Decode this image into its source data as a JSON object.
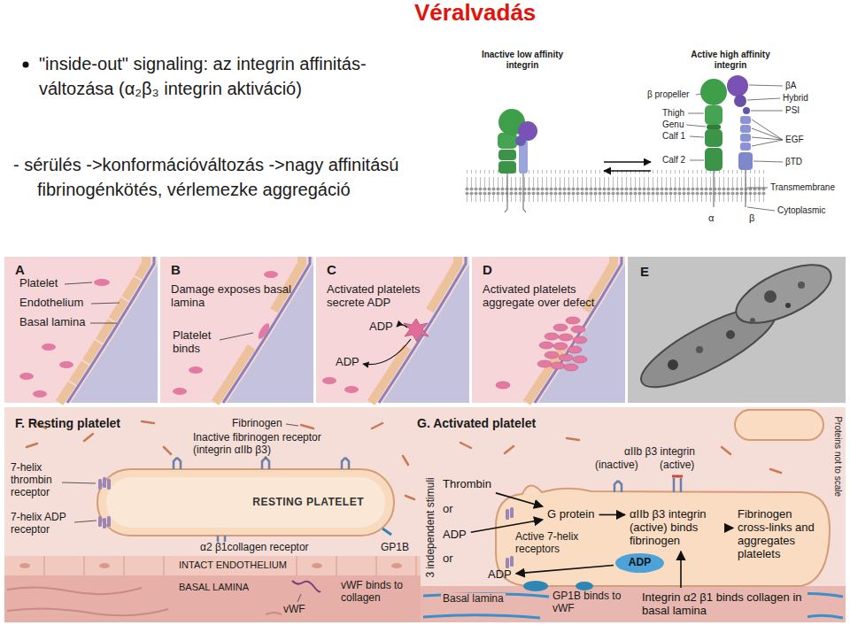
{
  "diagram": {
    "title": "Véralvadás",
    "nodes": [
      {
        "text": [
          "A"
        ]
      },
      {
        "text": [
          "B",
          "Damage exposes basal lamina"
        ]
      },
      {
        "text": [
          "C",
          "Activated platelets secrete ADP"
        ]
      },
      {
        "text": [
          "D",
          "Activated platelets aggregate over defect"
        ]
      },
      {
        "text": [
          "E"
        ]
      },
      {
        "text": [
          "F. Resting platelet",
          "G. Activated platelet"
        ]
      },
      {
        "text": [
          "RESTING PLATELET"
        ],
        "in": 5
      },
      {
        "text": [
          "Thrombin"
        ],
        "in": 5
      },
      {
        "text": [
          "ADP"
        ],
        "in": 5
      },
      {
        "text": [
          "ADP"
        ],
        "in": 5
      },
      {
        "text": [
          "G protein"
        ],
        "in": 5
      },
      {
        "text": [
          "αIIb β3 integrin (active) binds fibrinogen"
        ],
        "in": 5
      },
      {
        "text": [
          "Fibrinogen cross-links and aggregates platelets"
        ],
        "in": 5
      },
      {
        "text": [
          "ADP"
        ],
        "in": 5
      },
      {
        "text": [
          "Integrin α2 β1 binds collagen in basal lamina"
        ],
        "in": 5
      }
    ],
    "edges": [
      {
        "from": 7,
        "to": 10,
        "arrow": "to"
      },
      {
        "from": 8,
        "to": 10,
        "arrow": "to"
      },
      {
        "from": 10,
        "to": 11,
        "arrow": "to"
      },
      {
        "from": 11,
        "to": 12,
        "arrow": "to"
      },
      {
        "from": 13,
        "to": 9,
        "arrow": "to"
      },
      {
        "from": 14,
        "to": 11,
        "arrow": "to"
      }
    ],
    "labels": [
      "\"inside-out\" signaling: az integrin affinitás-változása (α₂β₃ integrin aktiváció)",
      "- sérülés ->konformációváltozás ->nagy affinitású fibrinogénkötés, vérlemezke aggregáció",
      "Inactive low affinity integrin",
      "Active high affinity integrin",
      "β propeller",
      "Thigh",
      "Genu",
      "Calf 1",
      "Calf 2",
      "βA",
      "Hybrid",
      "PSI",
      "EGF",
      "βTD",
      "Transmembrane",
      "Cytoplasmic",
      "α",
      "β",
      "Platelet",
      "Endothelium",
      "Basal lamina",
      "Platelet binds",
      "ADP",
      "ADP",
      "Fibrinogen",
      "Inactive fibrinogen receptor (integrin αIIb β3)",
      "7-helix thrombin receptor",
      "7-helix ADP receptor",
      "α2 β1collagen receptor",
      "GP1B",
      "INTACT ENDOTHELIUM",
      "BASAL LAMINA",
      "vWF binds to collagen",
      "vWF",
      "3 independent stimuli",
      "αIIb β3 integrin",
      "(inactive)",
      "(active)",
      "or",
      "or",
      "Active 7-helix receptors",
      "Basal lamina",
      "GP1B binds to vWF",
      "Proteins not to scale"
    ]
  }
}
